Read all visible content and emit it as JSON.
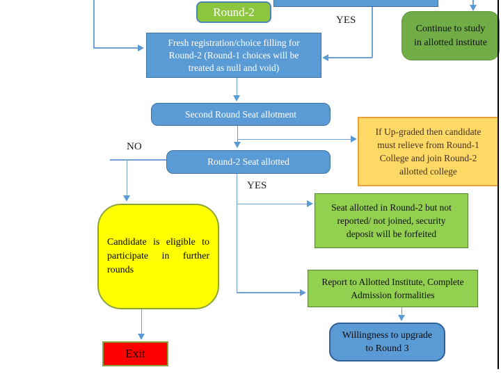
{
  "colors": {
    "node_blue": "#5B9BD5",
    "node_blue_border": "#41719C",
    "node_green_bright": "#8DC63F",
    "node_green_medium": "#70AD47",
    "node_green_light": "#92D050",
    "node_green_border": "#538135",
    "node_gold": "#FFD966",
    "node_gold_border": "#E9A23B",
    "node_yellow": "#FFFF00",
    "node_olive_border": "#8CA33A",
    "node_red": "#FF0000",
    "connector_blue": "#6FA0D5",
    "page_edge": "#000000"
  },
  "nodes": {
    "round2_title": {
      "label": "Round-2"
    },
    "fresh_registration": {
      "lines": [
        "Fresh registration/choice filling for",
        "Round-2 (Round-1 choices will be",
        "treated as null and void)"
      ]
    },
    "continue_study": {
      "lines": [
        "Continue to study",
        "in allotted institute"
      ]
    },
    "second_round_allotment": {
      "label": "Second Round Seat allotment"
    },
    "upgrade_info": {
      "lines": [
        "If Up-graded then candidate",
        "must relieve from Round-1",
        "College and join Round-2",
        "allotted college"
      ]
    },
    "round2_seat_allotted": {
      "label": "Round-2 Seat allotted"
    },
    "not_reported": {
      "lines": [
        "Seat allotted in Round-2 but not",
        "reported/ not joined, security",
        "deposit will be forfeited"
      ]
    },
    "eligible_further_rounds": {
      "lines": [
        "Candidate is eligible to",
        "participate in further",
        "rounds"
      ]
    },
    "report_institute": {
      "lines": [
        "Report to Allotted Institute, Complete",
        "Admission formalities"
      ]
    },
    "willingness_upgrade": {
      "lines": [
        "Willingness to upgrade",
        "to Round 3"
      ]
    },
    "exit": {
      "label": "Exit"
    }
  },
  "labels": {
    "yes_top": "YES",
    "no_left": "NO",
    "yes_mid": "YES"
  }
}
